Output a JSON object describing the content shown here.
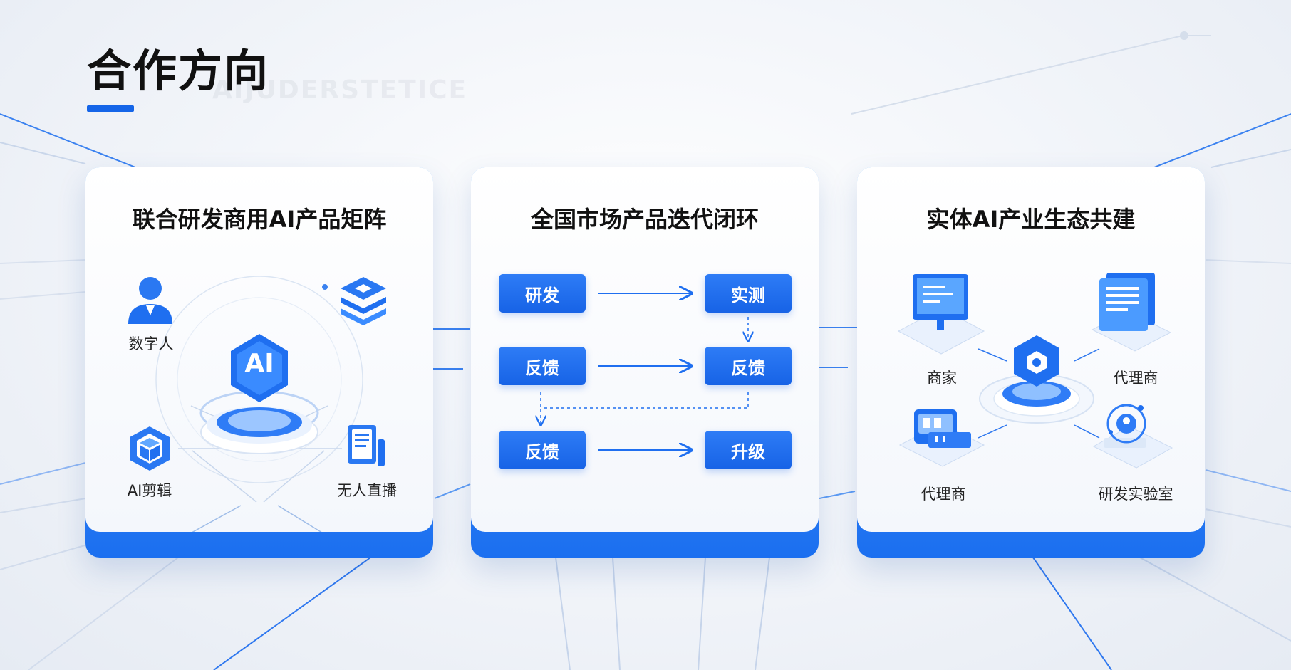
{
  "title": "合作方向",
  "watermark": "AIJUDERSTETICE",
  "colors": {
    "accent": "#1565e8",
    "card_bottom": "#1b6ff0",
    "card_bottom_light": "#5aa9fb"
  },
  "cards": [
    {
      "title": "联合研发商用AI产品矩阵",
      "center_badge": "AI",
      "nodes": [
        {
          "label": "数字人",
          "icon": "person-icon"
        },
        {
          "label": "",
          "icon": "layers-icon"
        },
        {
          "label": "AI剪辑",
          "icon": "cube-icon"
        },
        {
          "label": "无人直播",
          "icon": "document-icon"
        }
      ]
    },
    {
      "title": "全国市场产品迭代闭环",
      "steps": [
        {
          "label": "研发"
        },
        {
          "label": "实测"
        },
        {
          "label": "反馈"
        },
        {
          "label": "反馈"
        },
        {
          "label": "反馈"
        },
        {
          "label": "升级"
        }
      ]
    },
    {
      "title": "实体AI产业生态共建",
      "nodes": [
        {
          "label": "商家",
          "icon": "monitor-icon"
        },
        {
          "label": "代理商",
          "icon": "documents-icon"
        },
        {
          "label": "代理商",
          "icon": "server-icon"
        },
        {
          "label": "研发实验室",
          "icon": "globe-lab-icon"
        }
      ],
      "hub_icon": "hexagon-hub-icon"
    }
  ]
}
